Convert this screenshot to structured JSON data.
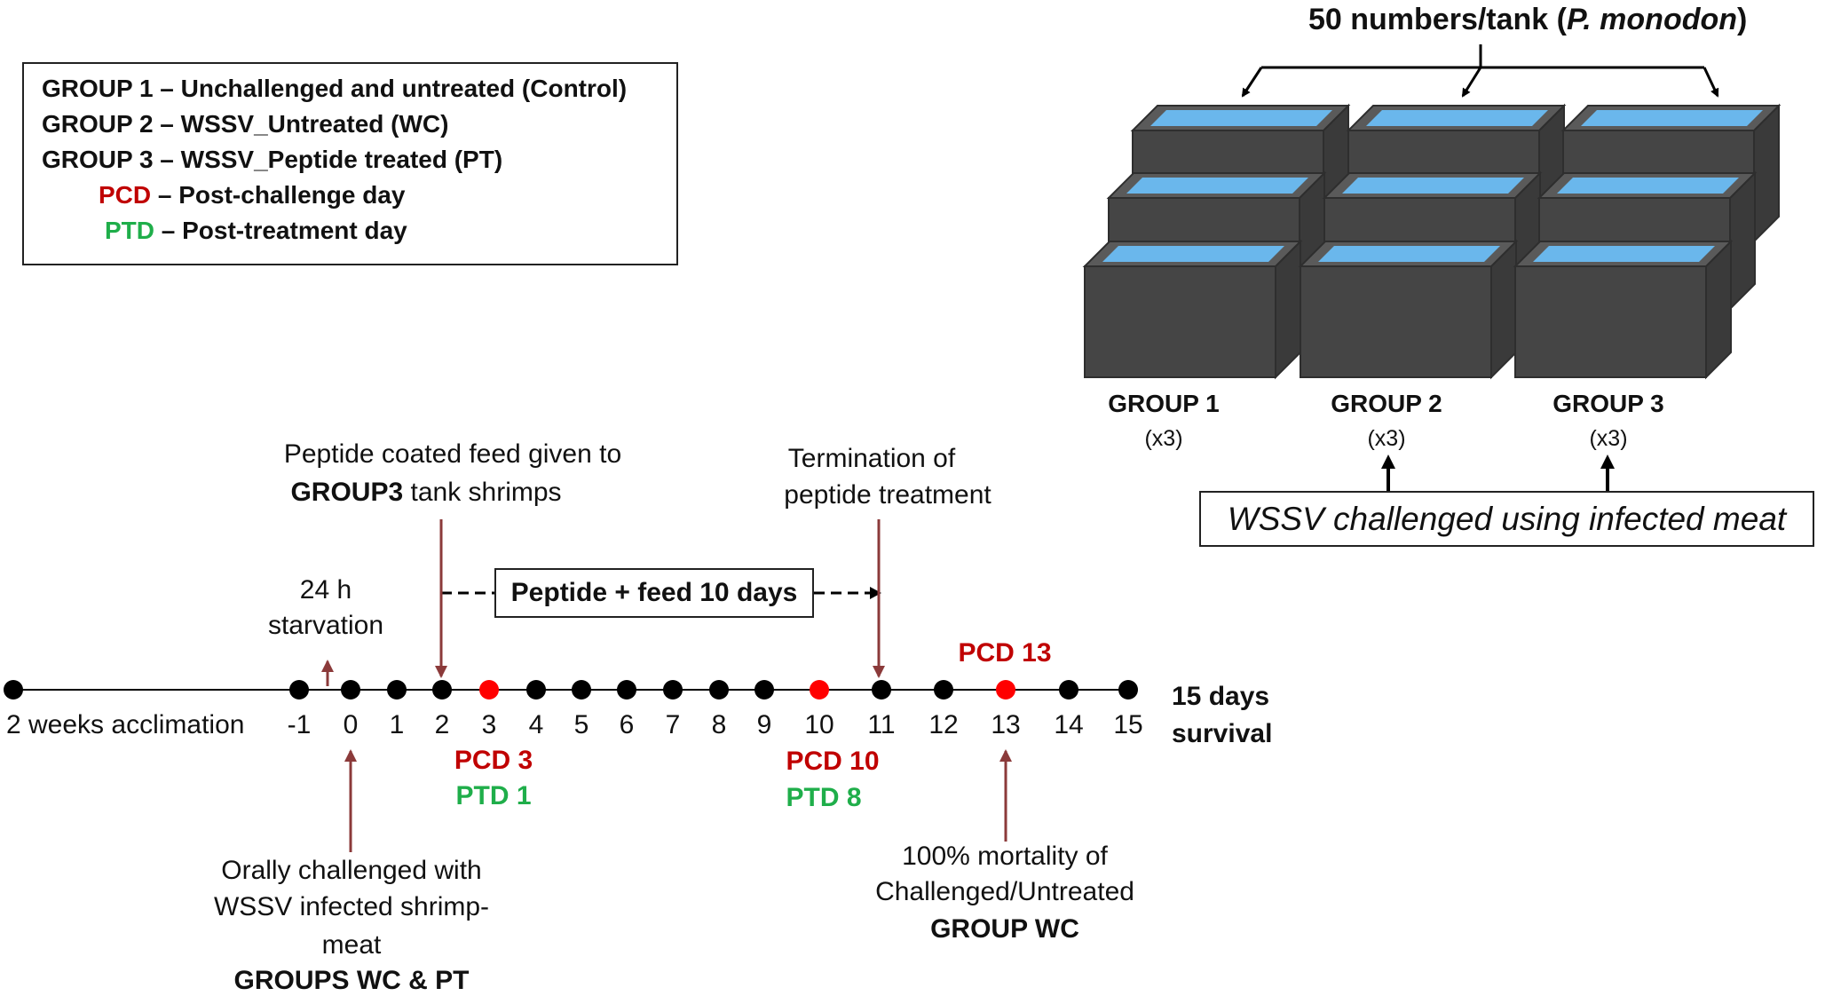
{
  "colors": {
    "pcd_red": "#c00000",
    "ptd_green": "#1fae4a",
    "arrow": "#8b3a3a",
    "tank_dark": "#454545",
    "tank_water": "#6ab7ec",
    "dot_black": "#000000",
    "dot_red": "#ff0000"
  },
  "legend": {
    "group1": "GROUP 1 – Unchallenged and untreated (Control)",
    "group2": "GROUP 2 – WSSV_Untreated (WC)",
    "group3": "GROUP 3 – WSSV_Peptide treated (PT)",
    "pcd_abbr": "PCD",
    "pcd_desc": " – Post-challenge day",
    "ptd_abbr": "PTD",
    "ptd_desc": " – Post-treatment day"
  },
  "tanks": {
    "header_prefix": "50 numbers/tank (",
    "header_species": "P. monodon",
    "header_suffix": ")",
    "groups": [
      {
        "label": "GROUP 1",
        "count": "(x3)"
      },
      {
        "label": "GROUP 2",
        "count": "(x3)"
      },
      {
        "label": "GROUP 3",
        "count": "(x3)"
      }
    ],
    "challenge_note": "WSSV challenged using infected meat"
  },
  "timeline": {
    "acclimation": "2 weeks acclimation",
    "ticks": [
      "-1",
      "0",
      "1",
      "2",
      "3",
      "4",
      "5",
      "6",
      "7",
      "8",
      "9",
      "10",
      "11",
      "12",
      "13",
      "14",
      "15"
    ],
    "highlight_days": [
      "3",
      "10",
      "13"
    ],
    "survival_line1": "15 days",
    "survival_line2": "survival",
    "starvation_line1": "24 h",
    "starvation_line2": "starvation",
    "feed_line1": "Peptide coated feed given to",
    "feed_line2_bold": "GROUP3",
    "feed_line2_rest": " tank shrimps",
    "termination_line1": "Termination of",
    "termination_line2": "peptide treatment",
    "feed_duration": "Peptide + feed 10 days",
    "pcd3": "PCD 3",
    "ptd1": "PTD 1",
    "pcd10": "PCD 10",
    "ptd8": "PTD 8",
    "pcd13": "PCD 13",
    "challenge_line1": "Orally challenged with",
    "challenge_line2": "WSSV infected shrimp-",
    "challenge_line3": "meat",
    "challenge_line4": "GROUPS WC & PT",
    "mortality_line1": "100% mortality of",
    "mortality_line2": "Challenged/Untreated",
    "mortality_line3": "GROUP WC"
  }
}
